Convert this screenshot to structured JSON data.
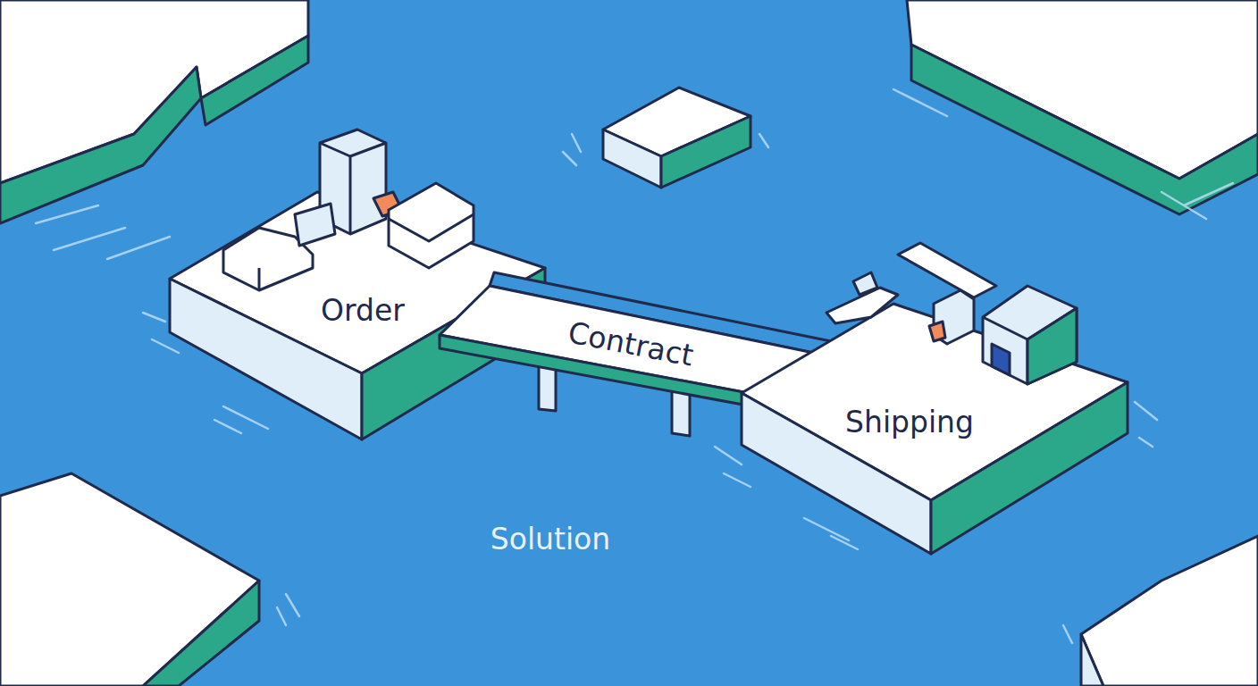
{
  "diagram": {
    "nodes": [
      {
        "text": [
          "Order"
        ]
      },
      {
        "text": [
          "Contract"
        ]
      },
      {
        "text": [
          "Shipping"
        ]
      }
    ],
    "labels": [
      "Solution"
    ]
  }
}
